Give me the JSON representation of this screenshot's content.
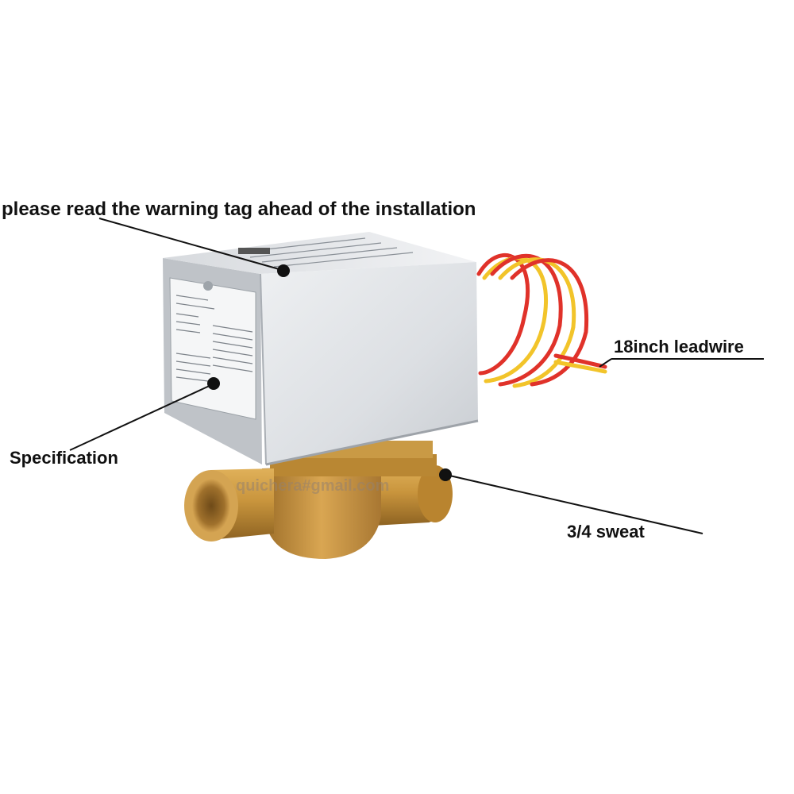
{
  "callouts": {
    "warning": "please read the warning tag ahead of the installation",
    "leadwire": "18inch leadwire",
    "specification": "Specification",
    "sweat": "3/4 sweat"
  },
  "watermark": "quichera#gmail.com",
  "colors": {
    "housing": "#e3e5e8",
    "housing_shadow": "#c4c7cc",
    "brass": "#c9953d",
    "brass_dark": "#8e6322",
    "wire_red": "#e0322a",
    "wire_yellow": "#f2c42a",
    "leader_line": "#111111"
  }
}
